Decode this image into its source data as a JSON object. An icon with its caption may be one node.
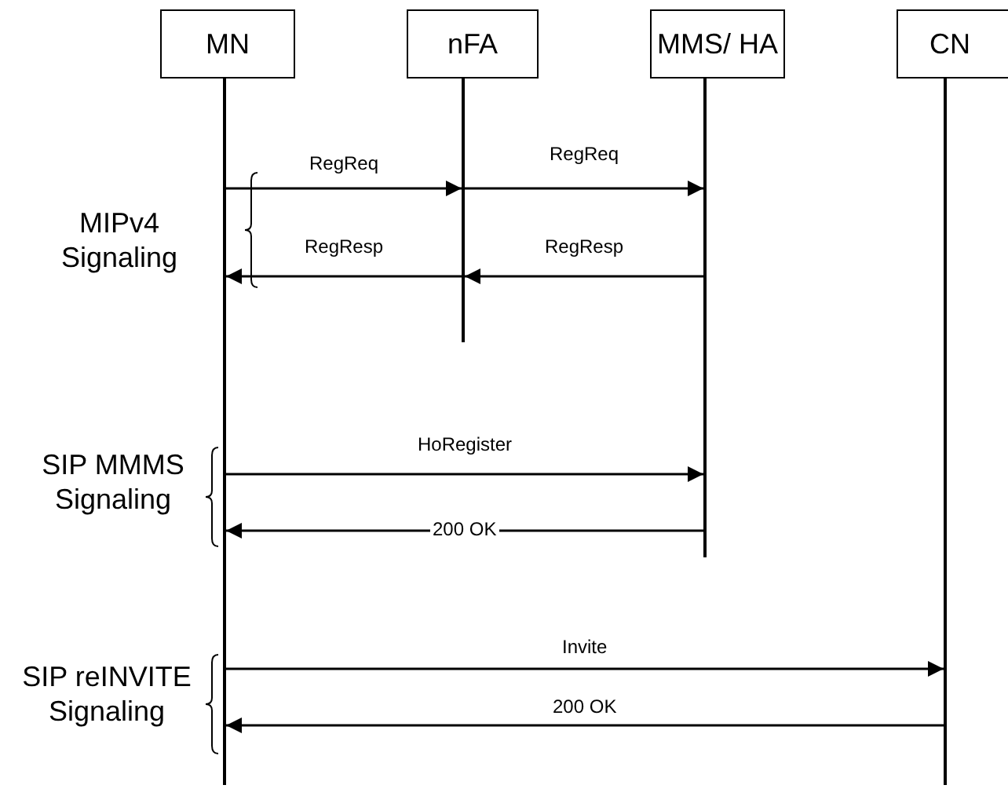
{
  "diagram": {
    "nodes": [
      {
        "text": [
          "MN"
        ]
      },
      {
        "text": [
          "nFA"
        ]
      },
      {
        "text": [
          "MMS/ HA"
        ]
      },
      {
        "text": [
          "CN"
        ]
      },
      {
        "text": [],
        "shape": "bar"
      },
      {
        "text": [],
        "shape": "bar"
      },
      {
        "text": [],
        "shape": "bar"
      },
      {
        "text": [],
        "shape": "bar"
      }
    ],
    "edges": [
      {
        "from": 4,
        "to": 5,
        "arrow": "to",
        "label": "RegReq"
      },
      {
        "from": 5,
        "to": 6,
        "arrow": "to",
        "label": "RegReq"
      },
      {
        "from": 6,
        "to": 5,
        "arrow": "to",
        "label": "RegResp"
      },
      {
        "from": 5,
        "to": 4,
        "arrow": "to",
        "label": "RegResp"
      },
      {
        "from": 4,
        "to": 6,
        "arrow": "to",
        "label": "HoRegister"
      },
      {
        "from": 6,
        "to": 4,
        "arrow": "to",
        "label": "200 OK"
      },
      {
        "from": 4,
        "to": 7,
        "arrow": "to",
        "label": "Invite"
      },
      {
        "from": 7,
        "to": 4,
        "arrow": "to",
        "label": "200 OK"
      }
    ],
    "labels": [
      "MIPv4 Signaling",
      "SIP MMMS Signaling",
      "SIP reINVITE Signaling"
    ]
  }
}
